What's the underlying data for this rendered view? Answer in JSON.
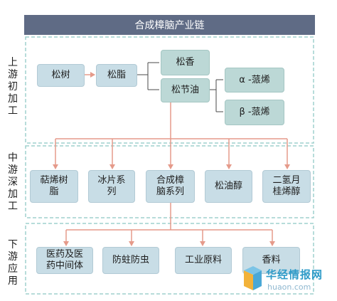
{
  "title": "合成樟脑产业链",
  "stages": {
    "upstream": "上游初加工",
    "midstream": "中游深加工",
    "downstream": "下游应用"
  },
  "upstream": {
    "pine_tree": "松树",
    "pine_resin": "松脂",
    "rosin": "松香",
    "turpentine": "松节油",
    "alpha_pinene": "α -蒎烯",
    "beta_pinene": "β -蒎烯"
  },
  "midstream": {
    "terpene_resin_l1": "萜烯树",
    "terpene_resin_l2": "脂",
    "borneol_l1": "冰片系",
    "borneol_l2": "列",
    "camphor_l1": "合成樟",
    "camphor_l2": "脑系列",
    "terpineol": "松油醇",
    "dihydromyrcenol_l1": "二氢月",
    "dihydromyrcenol_l2": "桂烯醇"
  },
  "downstream": {
    "pharma_l1": "医药及医",
    "pharma_l2": "药中间体",
    "moth_proof": "防蛀防虫",
    "industrial": "工业原料",
    "fragrance": "香料"
  },
  "watermark": {
    "name": "华经情报网",
    "url": "huaon.com"
  },
  "colors": {
    "header": "#5f6b85",
    "box_blue": "#c8dde6",
    "box_teal": "#bcd8d6",
    "dashed_border": "#9fd0cd",
    "arrow": "#e59a8a",
    "connector": "#4a4a4a"
  }
}
